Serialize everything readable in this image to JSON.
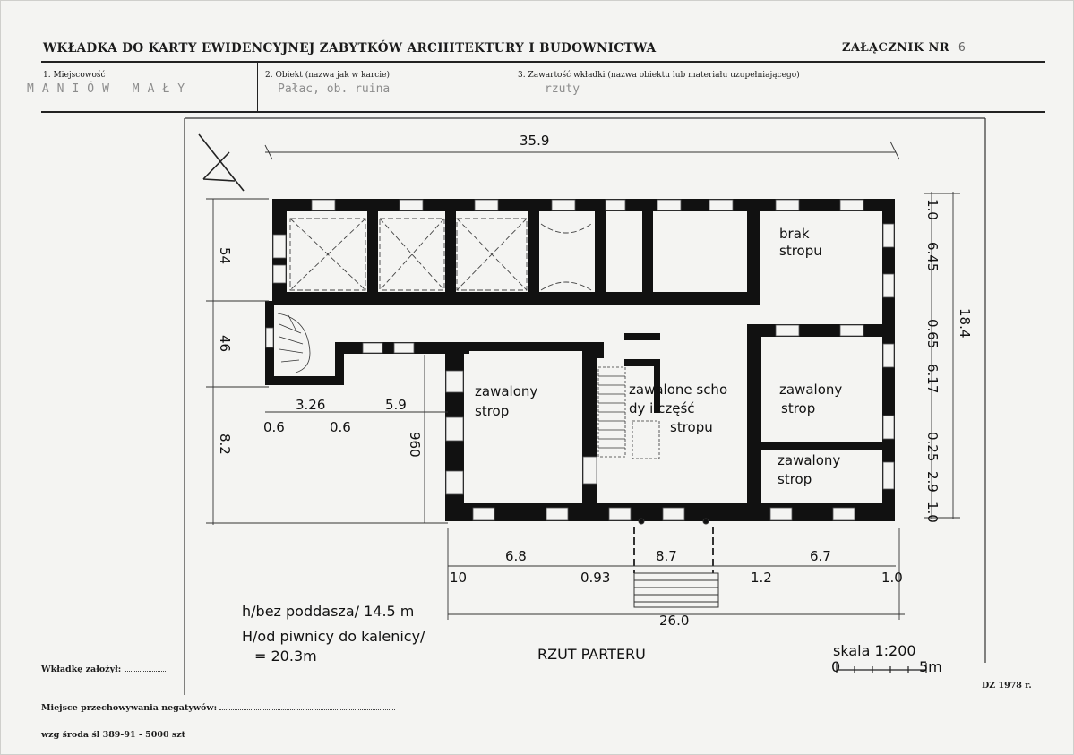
{
  "header": {
    "title": "WKŁADKA DO KARTY EWIDENCYJNEJ ZABYTKÓW ARCHITEKTURY I BUDOWNICTWA",
    "attachment_label": "ZAŁĄCZNIK NR",
    "attachment_number": "6"
  },
  "fields": {
    "locality": {
      "label": "1. Miejscowość",
      "value": "MANIÓW MAŁY"
    },
    "object": {
      "label": "2. Obiekt (nazwa jak w karcie)",
      "value": "Pałac, ob. ruina"
    },
    "contents": {
      "label": "3. Zawartość wkładki (nazwa obiektu lub materiału uzupełniającego)",
      "value": "rzuty"
    }
  },
  "plan": {
    "title": "RZUT PARTERU",
    "height_note_1": "h/bez poddasza/ 14.5 m",
    "height_note_2": "H/od piwnicy do kalenicy/",
    "height_note_3": "= 20.3m",
    "scale_label": "skala 1:200",
    "scale_start": "0",
    "scale_end": "5m",
    "rooms": {
      "brak_1": "brak",
      "brak_2": "stropu",
      "left_1": "zawalony",
      "left_2": "strop",
      "center_1": "zawalone scho",
      "center_2": "dy i część",
      "center_3": "stropu",
      "right_1": "zawalony",
      "right_2": "strop",
      "small_1": "zawalony",
      "small_2": "strop"
    },
    "dims": {
      "top_total": "35.9",
      "left_54": "54",
      "left_46": "46",
      "left_82": "8.2",
      "d_326": "3.26",
      "d_59": "5.9",
      "d_06a": "0.6",
      "d_06b": "0.6",
      "d_960": "960",
      "bot_10a": "10",
      "bot_68": "6.8",
      "bot_093": "0.93",
      "bot_87": "8.7",
      "bot_12": "1.2",
      "bot_67": "6.7",
      "bot_10b": "1.0",
      "bot_total": "26.0",
      "r_10a": "1.0",
      "r_645": "6.45",
      "r_065": "0.65",
      "r_617": "6.17",
      "r_025": "0.25",
      "r_29": "2.9",
      "r_10b": "1.0",
      "r_total": "18.4"
    },
    "date": "DZ 1978 r."
  },
  "footer": {
    "installed_by": "Wkładkę założył:",
    "negatives": "Miejsce przechowywania negatywów:",
    "print_info": "wzg środa śl 389-91 - 5000 szt"
  }
}
